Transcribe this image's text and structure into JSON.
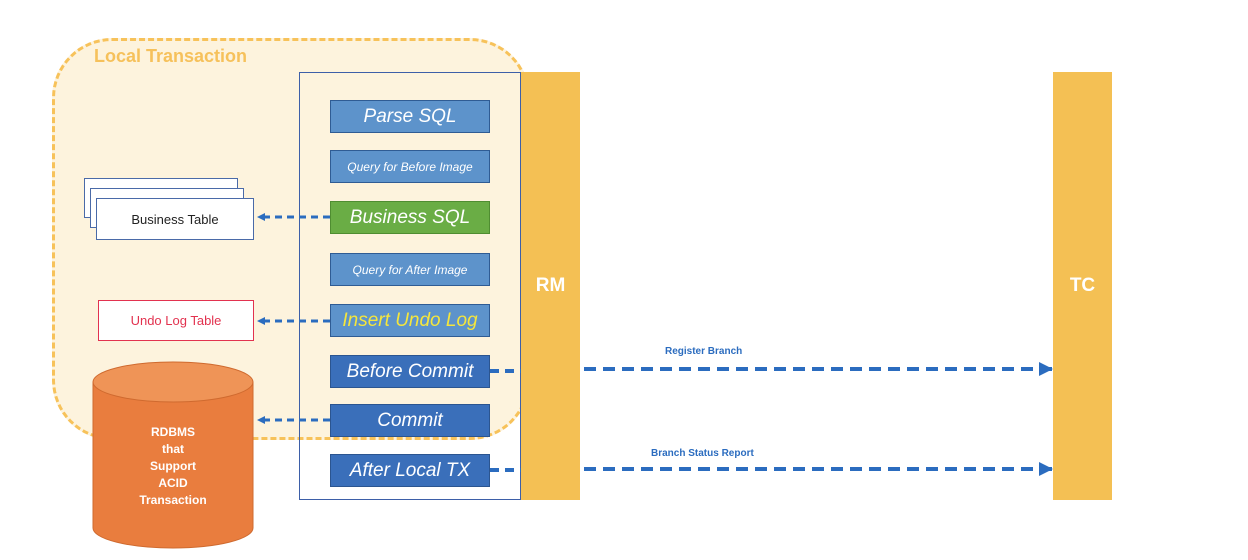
{
  "local_transaction": {
    "label": "Local Transaction"
  },
  "operations": [
    {
      "label": "Parse SQL"
    },
    {
      "label": "Query for Before Image"
    },
    {
      "label": "Business SQL"
    },
    {
      "label": "Query for After Image"
    },
    {
      "label": "Insert Undo Log"
    },
    {
      "label": "Before Commit"
    },
    {
      "label": "Commit"
    },
    {
      "label": "After Local TX"
    }
  ],
  "rm": {
    "label": "RM"
  },
  "tc": {
    "label": "TC"
  },
  "business_table": {
    "label": "Business Table"
  },
  "undo_log_table": {
    "label": "Undo Log Table"
  },
  "database": {
    "lines": [
      "RDBMS",
      "that",
      "Support",
      "ACID",
      "Transaction"
    ]
  },
  "messages": {
    "register_branch": "Register Branch",
    "branch_status_report": "Branch Status Report"
  },
  "colors": {
    "local_tx_fill": "#fdf3dd",
    "local_tx_border": "#f7c25a",
    "bar": "#f4c054",
    "op_blue": "#3a6fba",
    "op_light_blue": "#5d93cb",
    "op_green": "#6aad45",
    "arrow": "#2b6cbf",
    "database": "#e97d3e",
    "undo_red": "#e2324f"
  }
}
